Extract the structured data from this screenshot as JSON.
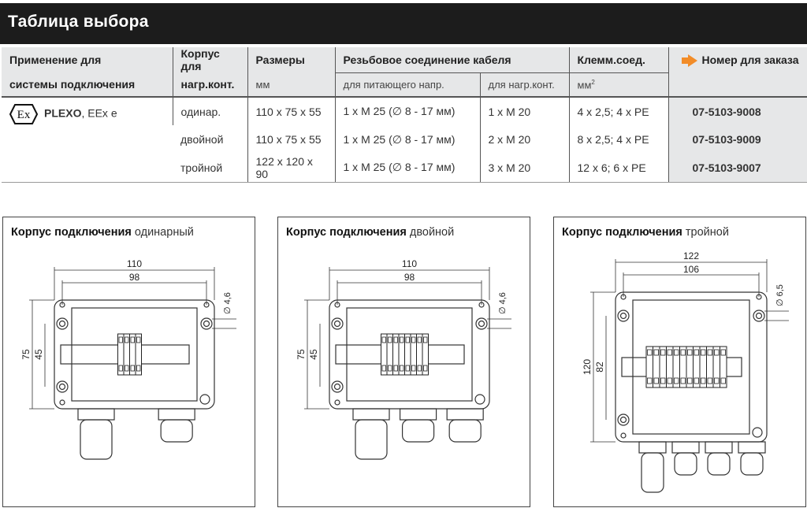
{
  "title": "Таблица выбора",
  "table": {
    "headers": {
      "application": "Применение для",
      "application2": "системы подключения",
      "housing": "Корпус для",
      "housing2": "нагр.конт.",
      "dims": "Размеры",
      "dims_unit": "мм",
      "thread": "Резьбовое соединение кабеля",
      "thread_supply": "для питающего напр.",
      "thread_load": "для нагр.конт.",
      "terminal": "Клемм.соед.",
      "terminal_unit": "мм",
      "terminal_unit_sup": "2",
      "order": "Номер для заказа"
    },
    "product": {
      "name": "PLEXO",
      "rating": ", EEx e",
      "icon": "ex-hexagon-icon"
    },
    "rows": [
      {
        "housing": "одинар.",
        "dims": "110 x 75 x 55",
        "supply": "1 x M 25 (∅ 8 - 17 мм)",
        "load": "1 x M 20",
        "terminal": "4 x 2,5; 4 x PE",
        "order": "07-5103-9008"
      },
      {
        "housing": "двойной",
        "dims": "110 x 75 x 55",
        "supply": "1 x M 25 (∅ 8 - 17 мм)",
        "load": "2 x M 20",
        "terminal": "8 x 2,5; 4 x PE",
        "order": "07-5103-9009"
      },
      {
        "housing": "тройной",
        "dims": "122 x 120 x 90",
        "supply": "1 x M 25 (∅ 8 - 17 мм)",
        "load": "3 x M 20",
        "terminal": "12 x 6; 6 x PE",
        "order": "07-5103-9007"
      }
    ]
  },
  "accent": "#f28c28",
  "panels": [
    {
      "title_bold": "Корпус подключения",
      "title_rest": " одинарный",
      "w": "110",
      "w2": "98",
      "h": "75",
      "h2": "45",
      "hole": "∅ 4,6",
      "glands": 2,
      "blocks": 4
    },
    {
      "title_bold": "Корпус подключения",
      "title_rest": " двойной",
      "w": "110",
      "w2": "98",
      "h": "75",
      "h2": "45",
      "hole": "∅ 4,6",
      "glands": 3,
      "blocks": 8
    },
    {
      "title_bold": "Корпус подключения",
      "title_rest": " тройной",
      "w": "122",
      "w2": "106",
      "h": "120",
      "h2": "82",
      "hole": "∅ 6,5",
      "glands": 4,
      "blocks": 12
    }
  ]
}
